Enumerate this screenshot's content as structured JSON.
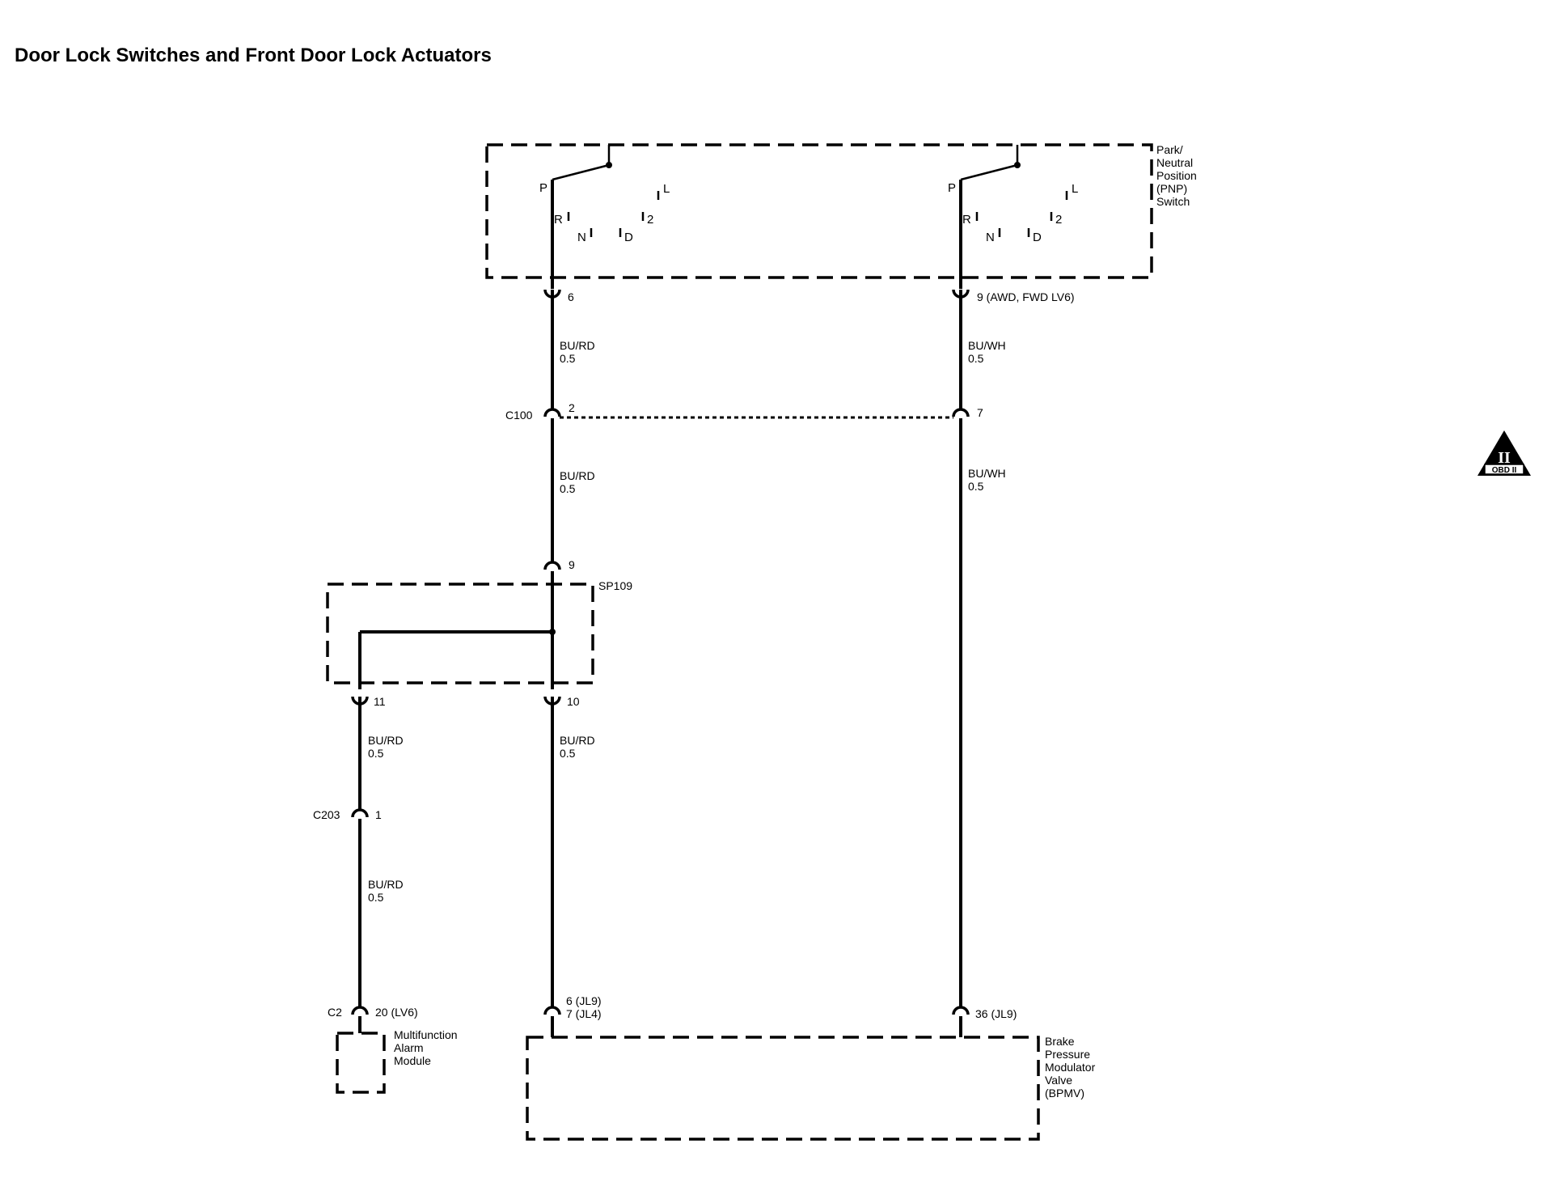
{
  "title": "Door Lock Switches and Front Door Lock Actuators",
  "components": {
    "pnp": [
      "Park/",
      "Neutral",
      "Position",
      "(PNP)",
      "Switch"
    ],
    "sp109": "SP109",
    "mfam": [
      "Multifunction",
      "Alarm",
      "Module"
    ],
    "bpmv": [
      "Brake",
      "Pressure",
      "Modulator",
      "Valve",
      "(BPMV)"
    ]
  },
  "switch_positions": [
    "P",
    "R",
    "N",
    "D",
    "2",
    "L"
  ],
  "connectors": {
    "c100": "C100",
    "c203": "C203",
    "c2": "C2"
  },
  "pins": {
    "pnp_left": "6",
    "pnp_right": "9 (AWD, FWD LV6)",
    "c100_left": "2",
    "c100_right": "7",
    "sp109_in": "9",
    "sp109_out_left": "11",
    "sp109_out_right": "10",
    "c203": "1",
    "c2": "20 (LV6)",
    "bpmv_left_1": "6 (JL9)",
    "bpmv_left_2": "7 (JL4)",
    "bpmv_right": "36 (JL9)"
  },
  "wires": {
    "bu_rd": "BU/RD",
    "bu_wh": "BU/WH",
    "gauge": "0.5"
  },
  "badge": {
    "roman": "II",
    "text": "OBD II"
  }
}
